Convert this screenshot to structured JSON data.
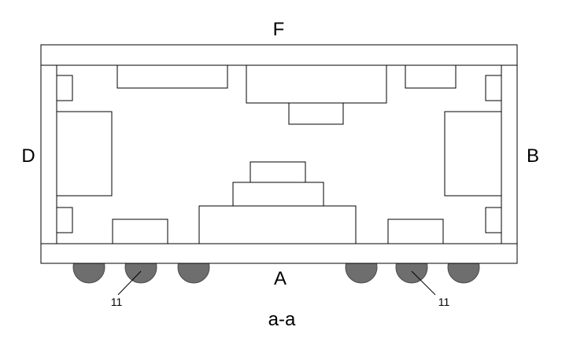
{
  "colors": {
    "line": "#000000",
    "background": "#ffffff",
    "ball_fill": "#6e6e6e",
    "ball_stroke": "#4a4a4a"
  },
  "labels": {
    "top": "F",
    "bottom": "A",
    "left": "D",
    "right": "B",
    "section": "a-a",
    "ball_ref_left": "11",
    "ball_ref_right": "11"
  }
}
